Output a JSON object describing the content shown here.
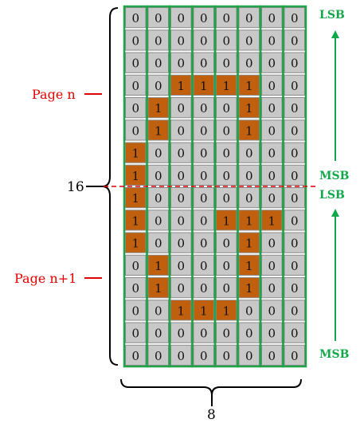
{
  "grid": {
    "rows": [
      [
        0,
        0,
        0,
        0,
        0,
        0,
        0,
        0
      ],
      [
        0,
        0,
        0,
        0,
        0,
        0,
        0,
        0
      ],
      [
        0,
        0,
        0,
        0,
        0,
        0,
        0,
        0
      ],
      [
        0,
        0,
        1,
        1,
        1,
        1,
        0,
        0
      ],
      [
        0,
        1,
        0,
        0,
        0,
        1,
        0,
        0
      ],
      [
        0,
        1,
        0,
        0,
        0,
        1,
        0,
        0
      ],
      [
        1,
        0,
        0,
        0,
        0,
        0,
        0,
        0
      ],
      [
        1,
        0,
        0,
        0,
        0,
        0,
        0,
        0
      ],
      [
        1,
        0,
        0,
        0,
        0,
        0,
        0,
        0
      ],
      [
        1,
        0,
        0,
        0,
        1,
        1,
        1,
        0
      ],
      [
        1,
        0,
        0,
        0,
        0,
        1,
        0,
        0
      ],
      [
        0,
        1,
        0,
        0,
        0,
        1,
        0,
        0
      ],
      [
        0,
        1,
        0,
        0,
        0,
        1,
        0,
        0
      ],
      [
        0,
        0,
        1,
        1,
        1,
        0,
        0,
        0
      ],
      [
        0,
        0,
        0,
        0,
        0,
        0,
        0,
        0
      ],
      [
        0,
        0,
        0,
        0,
        0,
        0,
        0,
        0
      ]
    ],
    "on_color": "#c0600f",
    "off_color": "#c8c8c8",
    "column_border_color": "#22a34a"
  },
  "labels": {
    "page_n": "Page n",
    "page_n1": "Page n+1",
    "height": "16",
    "width": "8",
    "lsb_top": "LSB",
    "msb_mid": "MSB",
    "lsb_mid": "LSB",
    "msb_bottom": "MSB"
  },
  "colors": {
    "red": "#e00000",
    "green": "#12a84a"
  }
}
